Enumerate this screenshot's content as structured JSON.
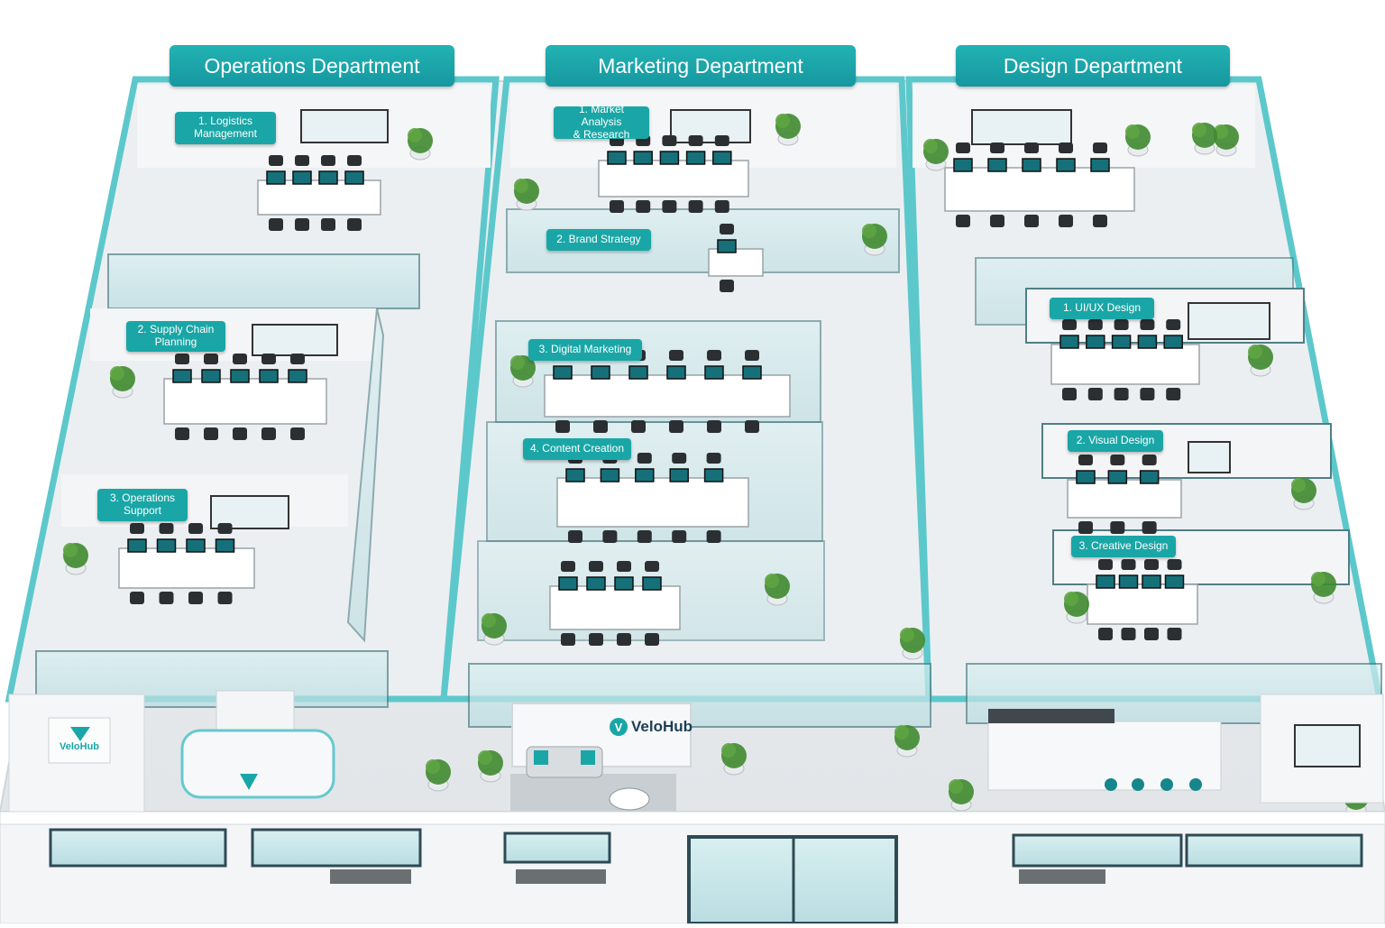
{
  "departments": [
    {
      "name": "Operations Department",
      "rooms": [
        "1. Logistics\nManagement",
        "2. Supply Chain\nPlanning",
        "3. Operations\nSupport"
      ]
    },
    {
      "name": "Marketing Department",
      "rooms": [
        "1. Market Analysis\n& Research",
        "2. Brand Strategy",
        "3. Digital Marketing",
        "4. Content Creation"
      ]
    },
    {
      "name": "Design Department",
      "rooms": [
        "1. UI/UX Design",
        "2. Visual Design",
        "3. Creative Design"
      ]
    }
  ],
  "lobby": {
    "brand": "VeloHub",
    "wall_logo_text": "VeloHub"
  },
  "colors": {
    "accent": "#1aa6a6",
    "wall": "#f2f4f5",
    "floor": "#e6e9eb",
    "glass": "#bfe3e6",
    "desk": "#ffffff",
    "plant": "#3f8a2f"
  },
  "icons": {
    "reception_logo": "v-logo-icon",
    "brand_logo": "v-logo-icon"
  }
}
